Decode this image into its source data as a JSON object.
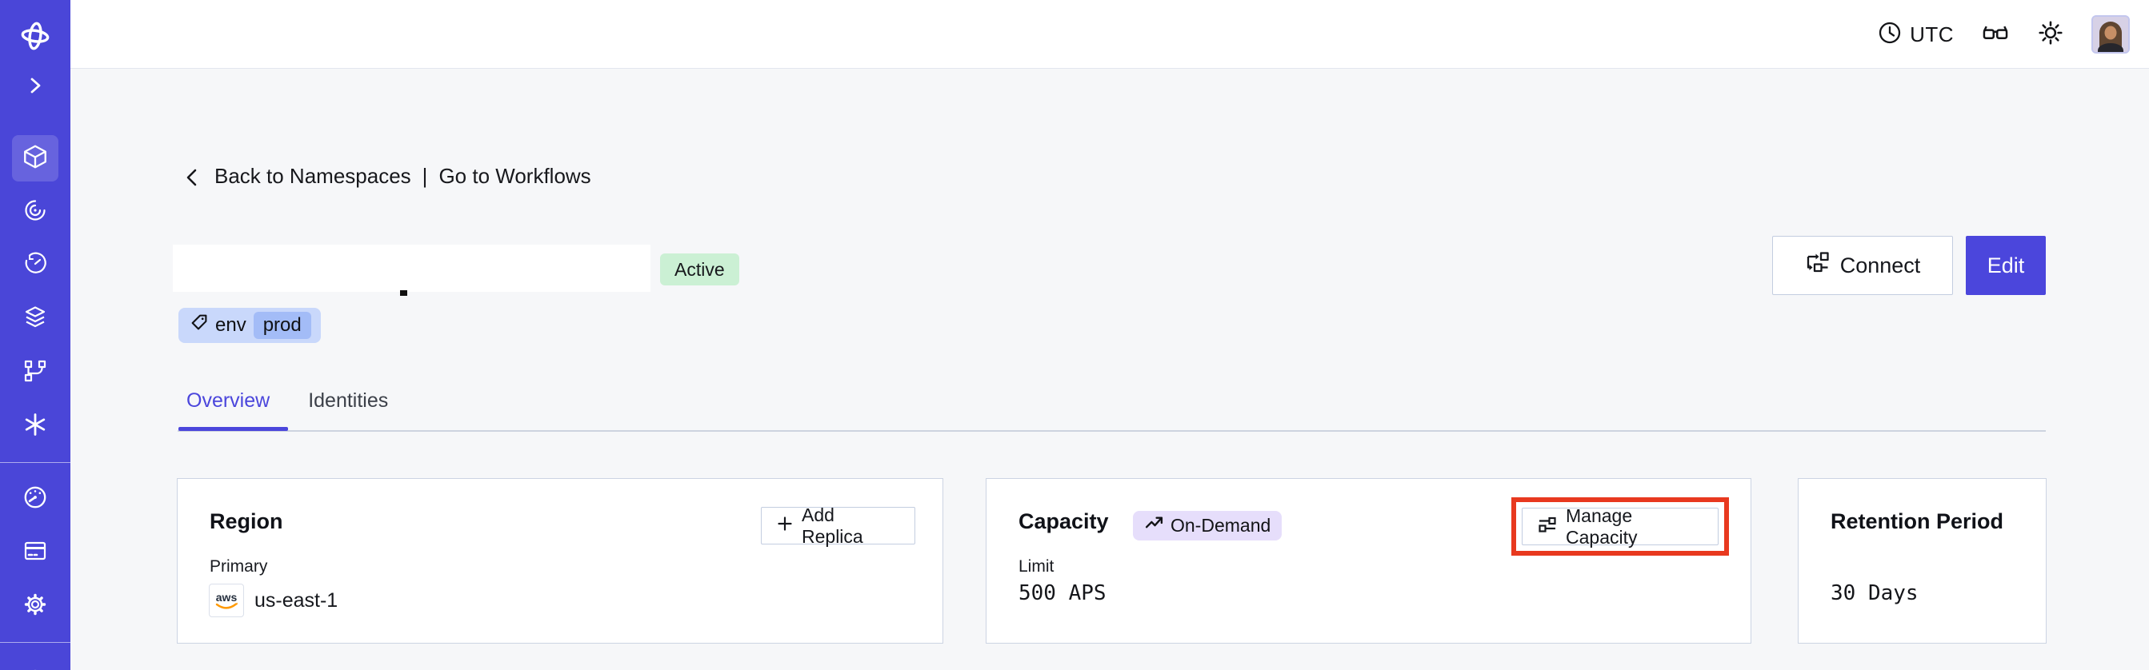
{
  "topbar": {
    "timezone": "UTC"
  },
  "sidebar": {
    "icons": [
      "temporal-logo",
      "chevron-right",
      "cube",
      "spiral",
      "clock",
      "layers",
      "branch",
      "asterisk",
      "gauge",
      "billing-card",
      "gear",
      "circle-partial"
    ]
  },
  "breadcrumb": {
    "back": "Back to Namespaces",
    "separator": "|",
    "forward": "Go to Workflows"
  },
  "namespace": {
    "status": "Active",
    "tag_key": "env",
    "tag_value": "prod"
  },
  "actions": {
    "connect": "Connect",
    "edit": "Edit"
  },
  "tabs": [
    {
      "label": "Overview"
    },
    {
      "label": "Identities"
    }
  ],
  "cards": {
    "region": {
      "title": "Region",
      "add_replica": "Add Replica",
      "label": "Primary",
      "provider": "aws",
      "value": "us-east-1"
    },
    "capacity": {
      "title": "Capacity",
      "badge": "On-Demand",
      "manage": "Manage Capacity",
      "label": "Limit",
      "value": "500 APS"
    },
    "retention": {
      "title": "Retention Period",
      "value": "30 Days"
    }
  },
  "colors": {
    "sidebar": "#4a46d8",
    "accent": "#4b46dc",
    "highlight_red": "#e8391f",
    "active_badge_bg": "#cbf0d4",
    "tag_bg": "#c9d8fb",
    "tag_inner_bg": "#a3bcf7",
    "ondemand_bg": "#e6defb",
    "page_bg": "#f6f7f9",
    "aws_orange": "#ff9900"
  }
}
